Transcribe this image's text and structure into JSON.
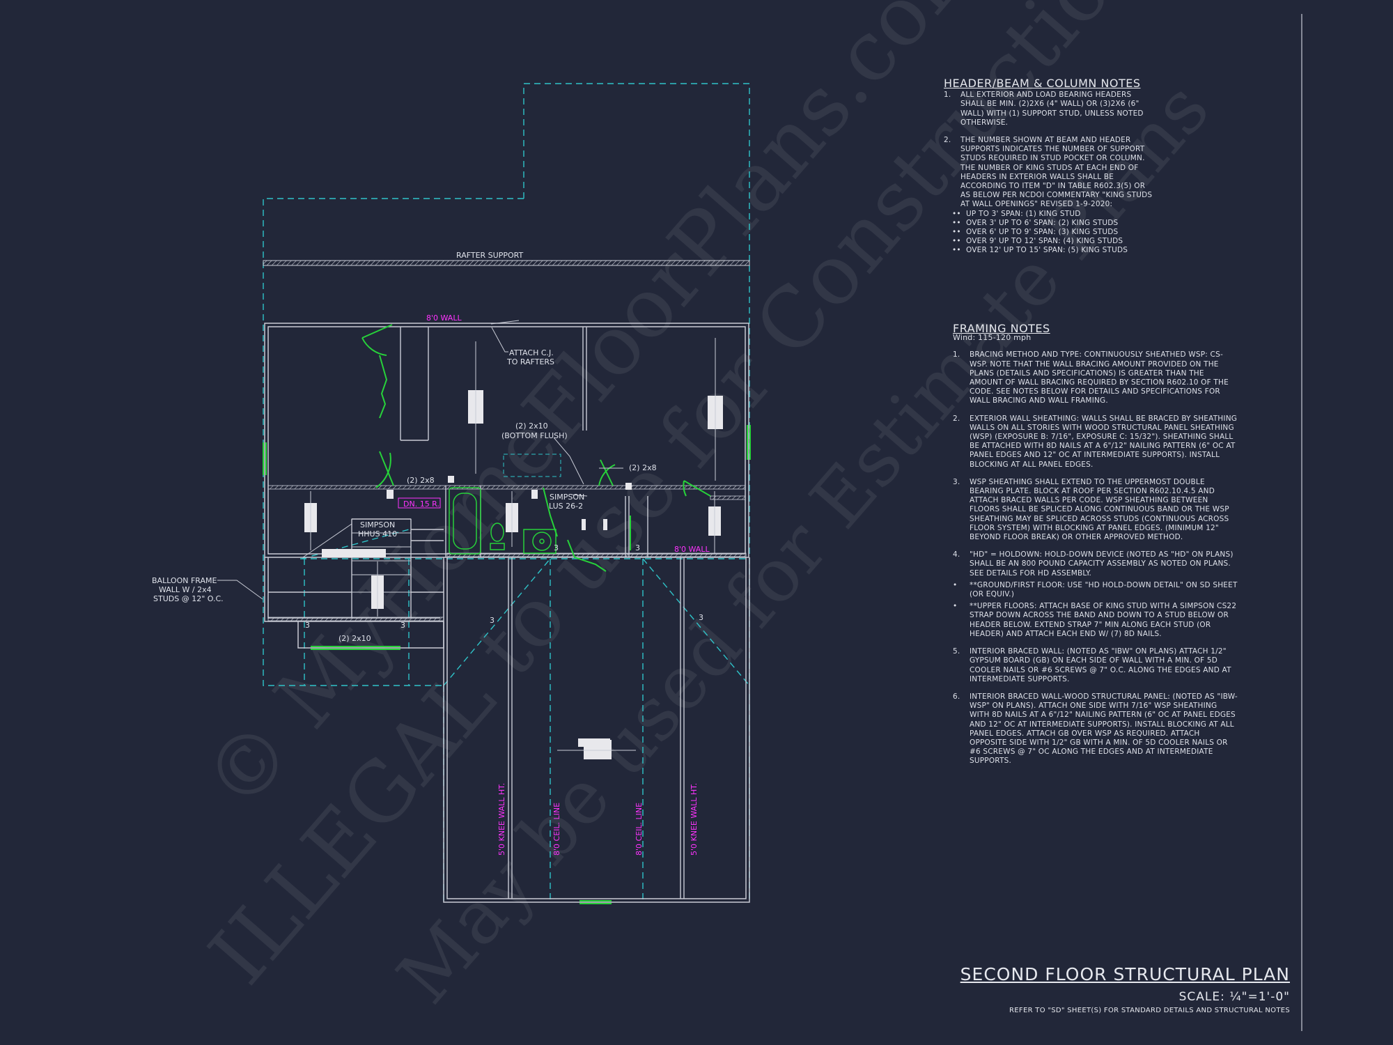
{
  "watermark": {
    "line1": "© MyHomeFloorPlans.com",
    "line2": "ILLEGAL to use for Construction",
    "line3": "May be used for Estimate Plans"
  },
  "plan_labels": {
    "rafter_support": "RAFTER SUPPORT",
    "wall_8_0_top": "8'0 WALL",
    "wall_8_0_right": "8'0 WALL",
    "attach_cj": "ATTACH C.J.",
    "to_rafters": "TO RAFTERS",
    "two_2x10": "(2) 2x10",
    "bottom_flush": "(BOTTOM FLUSH)",
    "two_2x8_left": "(2) 2x8",
    "two_2x8_right": "(2) 2x8",
    "dn_15r": "DN. 15 R.",
    "simpson_hhus_1": "SIMPSON",
    "simpson_hhus_2": "HHUS 410",
    "simpson_lus_1": "SIMPSON",
    "simpson_lus_2": "LUS 26-2",
    "balloon_1": "BALLOON FRAME",
    "balloon_2": "WALL W / 2x4",
    "balloon_3": "STUDS @ 12\" O.C.",
    "two_2x10_bottom": "(2) 2x10",
    "num_3": "3",
    "knee_wall_left": "5'0 KNEE WALL HT.",
    "ceil_line_left": "8'0 CEIL. LINE",
    "ceil_line_right": "8'0 CEIL. LINE",
    "knee_wall_right": "5'0 KNEE WALL HT."
  },
  "header_notes": {
    "title": "HEADER/BEAM & COLUMN NOTES",
    "items": [
      {
        "num": "1.",
        "text": "ALL EXTERIOR AND LOAD BEARING HEADERS SHALL BE MIN. (2)2x6 (4\" WALL) OR (3)2x6 (6\" WALL) WITH (1) SUPPORT STUD, UNLESS NOTED OTHERWISE."
      },
      {
        "num": "2.",
        "text": "THE NUMBER SHOWN AT BEAM AND HEADER SUPPORTS INDICATES THE NUMBER OF SUPPORT STUDS REQUIRED IN STUD POCKET OR COLUMN. THE NUMBER OF KING STUDS AT EACH END OF HEADERS IN EXTERIOR WALLS SHALL BE ACCORDING TO ITEM \"d\" IN TABLE R602.3(5) OR AS BELOW PER NCDOI COMMENTARY \"KING STUDS AT WALL OPENINGS\" REVISED 1-9-2020:"
      }
    ],
    "subitems": [
      {
        "mark": "••",
        "text": "UP TO 3' SPAN: (1) KING STUD"
      },
      {
        "mark": "••",
        "text": "OVER 3' UP TO 6' SPAN: (2) KING STUDS"
      },
      {
        "mark": "••",
        "text": "OVER 6' UP TO 9' SPAN: (3) KING STUDS"
      },
      {
        "mark": "••",
        "text": "OVER 9' UP TO 12' SPAN: (4) KING STUDS"
      },
      {
        "mark": "••",
        "text": "OVER 12' UP TO 15' SPAN: (5) KING STUDS"
      }
    ]
  },
  "framing_notes": {
    "title": "FRAMING NOTES",
    "wind": "Wind: 115-120 mph",
    "items": [
      {
        "num": "1.",
        "text": "BRACING METHOD AND TYPE: CONTINUOUSLY SHEATHED WSP: CS-WSP. NOTE THAT THE WALL BRACING AMOUNT PROVIDED ON THE PLANS (DETAILS AND SPECIFICATIONS) IS GREATER THAN THE AMOUNT OF WALL BRACING REQUIRED BY SECTION R602.10 OF THE CODE. SEE NOTES BELOW FOR DETAILS AND SPECIFICATIONS FOR WALL BRACING AND WALL FRAMING."
      },
      {
        "num": "2.",
        "text": "EXTERIOR WALL SHEATHING: WALLS SHALL BE BRACED BY SHEATHING WALLS ON ALL STORIES WITH WOOD STRUCTURAL PANEL SHEATHING (WSP) (EXPOSURE B: 7/16\", EXPOSURE C: 15/32\"). SHEATHING SHALL BE ATTACHED WITH 8d NAILS AT A 6\"/12\" NAILING PATTERN (6\" OC AT PANEL EDGES AND 12\" OC AT INTERMEDIATE SUPPORTS). INSTALL BLOCKING AT ALL PANEL EDGES."
      },
      {
        "num": "3.",
        "text": "WSP SHEATHING SHALL EXTEND TO THE UPPERMOST DOUBLE BEARING PLATE. BLOCK AT ROOF PER SECTION R602.10.4.5 AND ATTACH BRACED WALLS PER CODE. WSP SHEATHING BETWEEN FLOORS SHALL BE SPLICED ALONG CONTINUOUS BAND OR THE WSP SHEATHING MAY BE SPLICED ACROSS STUDS (CONTINUOUS ACROSS FLOOR SYSTEM) WITH BLOCKING AT PANEL EDGES. (MINIMUM 12\" BEYOND FLOOR BREAK) OR OTHER APPROVED METHOD."
      },
      {
        "num": "4.",
        "text": "\"HD\" = HOLDOWN: HOLD-DOWN DEVICE (NOTED AS \"HD\" ON PLANS) SHALL BE AN 800 POUND CAPACITY ASSEMBLY AS NOTED ON PLANS. SEE DETAILS FOR HD ASSEMBLY."
      },
      {
        "num": "•",
        "text": "**GROUND/FIRST FLOOR: USE \"HD HOLD-DOWN DETAIL\" ON SD SHEET (OR EQUIV.)"
      },
      {
        "num": "•",
        "text": "**UPPER FLOORS: ATTACH BASE OF KING STUD WITH A SIMPSON CS22 STRAP DOWN ACROSS THE BAND AND DOWN TO A STUD BELOW OR HEADER BELOW. EXTEND STRAP 7\" MIN ALONG EACH STUD (OR HEADER) AND ATTACH EACH END W/ (7) 8d NAILS."
      },
      {
        "num": "5.",
        "text": "INTERIOR BRACED WALL: (NOTED AS \"IBW\" ON PLANS) ATTACH 1/2\" GYPSUM BOARD (GB) ON EACH SIDE OF WALL WITH A MIN. OF 5d COOLER NAILS OR #6 SCREWS @ 7\" O.C. ALONG THE EDGES AND AT INTERMEDIATE SUPPORTS."
      },
      {
        "num": "6.",
        "text": "INTERIOR BRACED WALL-WOOD STRUCTURAL PANEL: (NOTED AS \"IBW-WSP\" ON PLANS). ATTACH ONE SIDE WITH 7/16\" WSP SHEATHING WITH 8d NAILS AT A 6\"/12\" NAILING PATTERN (6\" OC AT PANEL EDGES AND 12\" OC AT INTERMEDIATE SUPPORTS). INSTALL BLOCKING AT ALL PANEL EDGES. ATTACH GB OVER WSP AS REQUIRED. ATTACH OPPOSITE SIDE WITH 1/2\" GB WITH A MIN. OF 5d COOLER NAILS OR #6 SCREWS @ 7\" OC ALONG THE EDGES AND AT INTERMEDIATE SUPPORTS."
      }
    ]
  },
  "title_block": {
    "title": "SECOND FLOOR STRUCTURAL PLAN",
    "scale": "SCALE: ¼\"=1'-0\"",
    "refer": "REFER TO \"SD\" SHEET(S) FOR STANDARD DETAILS AND STRUCTURAL NOTES"
  },
  "colors": {
    "background": "#222739",
    "wall": "#c9ccd6",
    "roof_dashed": "#2fc4c9",
    "door_green": "#27d23a",
    "magenta": "#ff33ff"
  }
}
